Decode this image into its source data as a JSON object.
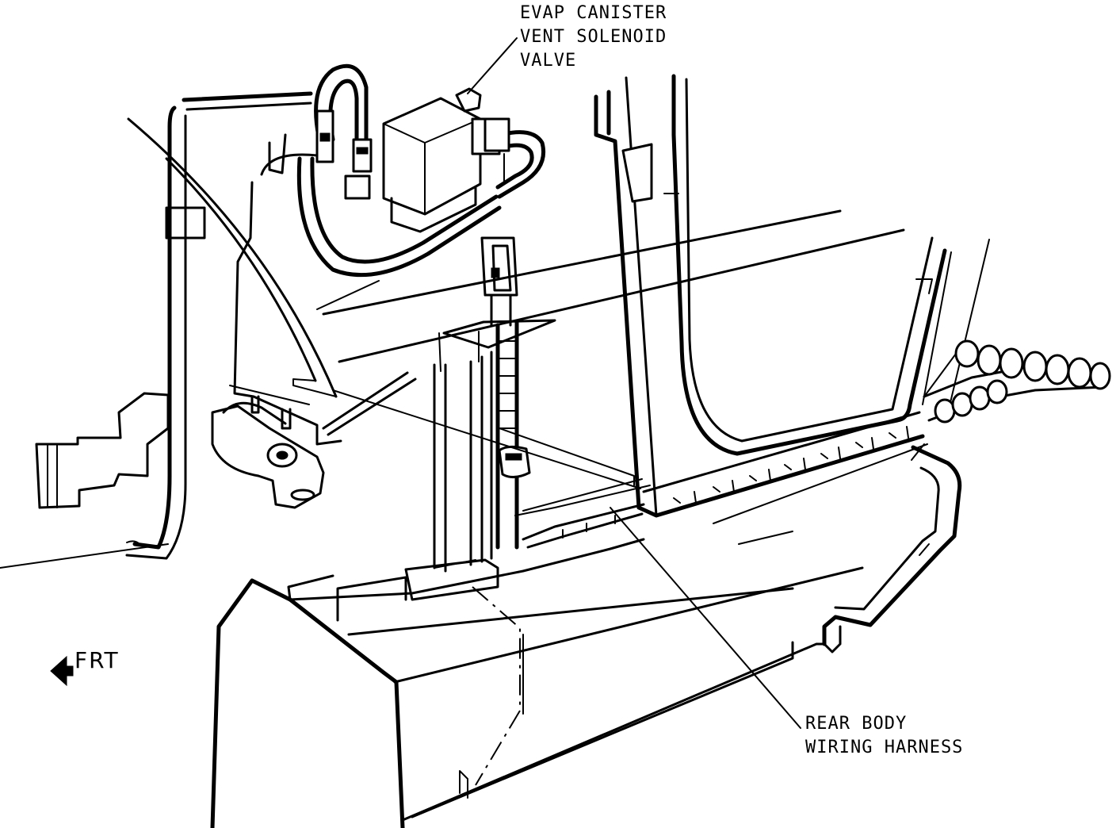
{
  "labels": {
    "evap_line1": "EVAP CANISTER",
    "evap_line2": "VENT SOLENOID",
    "evap_line3": "VALVE",
    "harness_line1": "REAR BODY",
    "harness_line2": "WIRING HARNESS",
    "front": "FRT"
  },
  "icons": {
    "front_arrow": "left-arrow-icon"
  }
}
